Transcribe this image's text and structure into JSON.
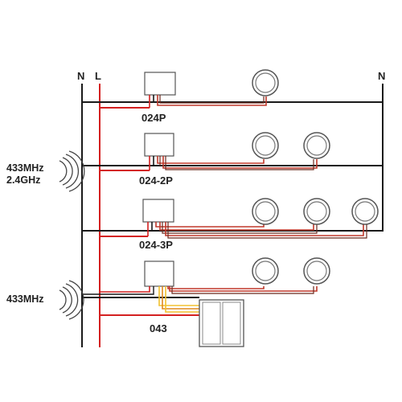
{
  "bus_labels": {
    "neutral_left": "N",
    "live": "L",
    "neutral_right": "N"
  },
  "rows": [
    {
      "module": "024P",
      "lamps": 1
    },
    {
      "module": "024-2P",
      "lamps": 2
    },
    {
      "module": "024-3P",
      "lamps": 3
    },
    {
      "module": "043",
      "lamps": 2
    }
  ],
  "remotes": [
    {
      "freq_line1": "433MHz",
      "freq_line2": "2.4GHz",
      "icon": "wireless-signal-icon"
    },
    {
      "freq_line1": "433MHz",
      "freq_line2": "",
      "icon": "wireless-signal-icon"
    }
  ],
  "colors": {
    "neutral": "#1a1a1a",
    "live": "#d42020",
    "lamp_feed_red": "#c0392b",
    "lamp_feed_dark": "#6b2a1e",
    "switch_wire_yellow": "#f2c230",
    "switch_wire_orange": "#e08a1e",
    "box_border": "#555555"
  }
}
